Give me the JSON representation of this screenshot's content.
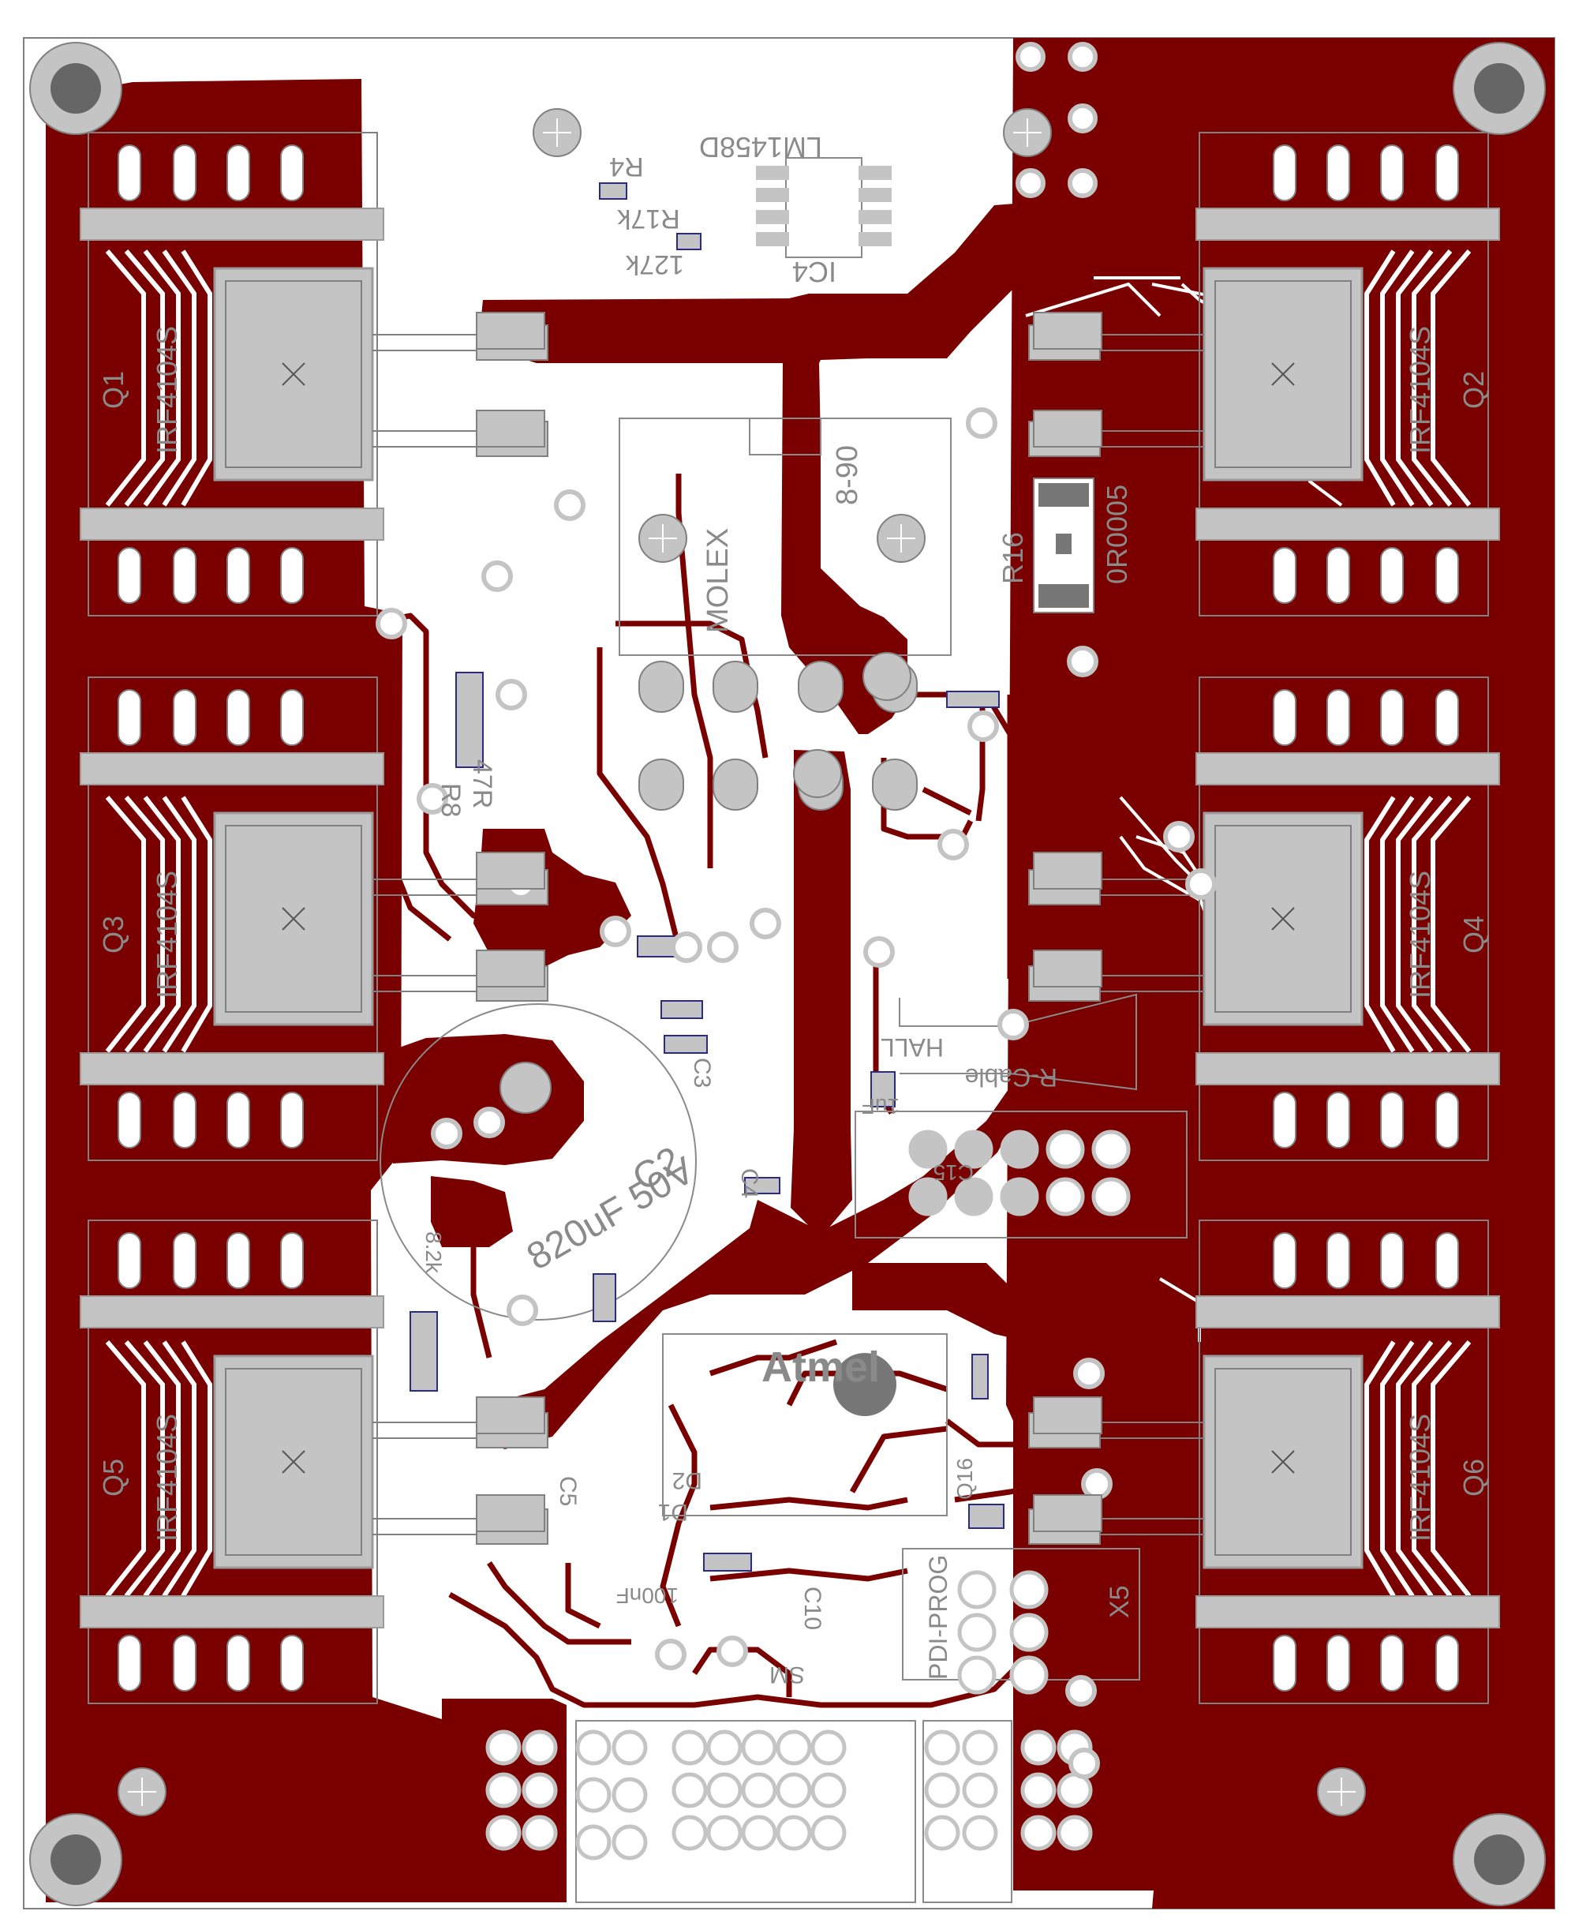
{
  "colors": {
    "copper": "#7a0000",
    "pad": "#c4c4c4",
    "pad_edge": "#9a9a9a",
    "outline": "#808080",
    "silk": "#8a8a8a",
    "smd_blue": "#2a2a8a",
    "background": "#ffffff"
  },
  "board_title": "Power stage PCB layout",
  "mosfets": [
    {
      "ref": "Q1",
      "part": "IRF4104S"
    },
    {
      "ref": "Q2",
      "part": "IRF4104S"
    },
    {
      "ref": "Q3",
      "part": "IRF4104S"
    },
    {
      "ref": "Q4",
      "part": "IRF4104S"
    },
    {
      "ref": "Q5",
      "part": "IRF4104S"
    },
    {
      "ref": "Q6",
      "part": "IRF4104S"
    }
  ],
  "labels": {
    "ic4_part": "LM1458D",
    "ic4_ref": "IC4",
    "r4_ref": "R4",
    "r4_val": "R17k",
    "r17_val": "127k",
    "molex": "MOLEX",
    "molex_pitch": "8-90",
    "r16_ref": "R16",
    "r16_val": "0R0005",
    "c2_ref": "C2",
    "c2_val": "820uF 50V",
    "r8_ref": "R8",
    "r8_val": "47R",
    "x5_ref": "X5",
    "pdi": "PDI-PROG",
    "rcable": "R-Cable",
    "hall": "HALL",
    "atmel": "Atmel",
    "c_100nf": "100nF",
    "c_1uf": "1uF",
    "c5": "C5",
    "d1": "D1",
    "d2": "D2",
    "c4": "C4",
    "c3": "C3",
    "c15": "C15",
    "sm": "SM",
    "c10": "C10",
    "q16": "Q16",
    "r6_val": "8.2k"
  }
}
